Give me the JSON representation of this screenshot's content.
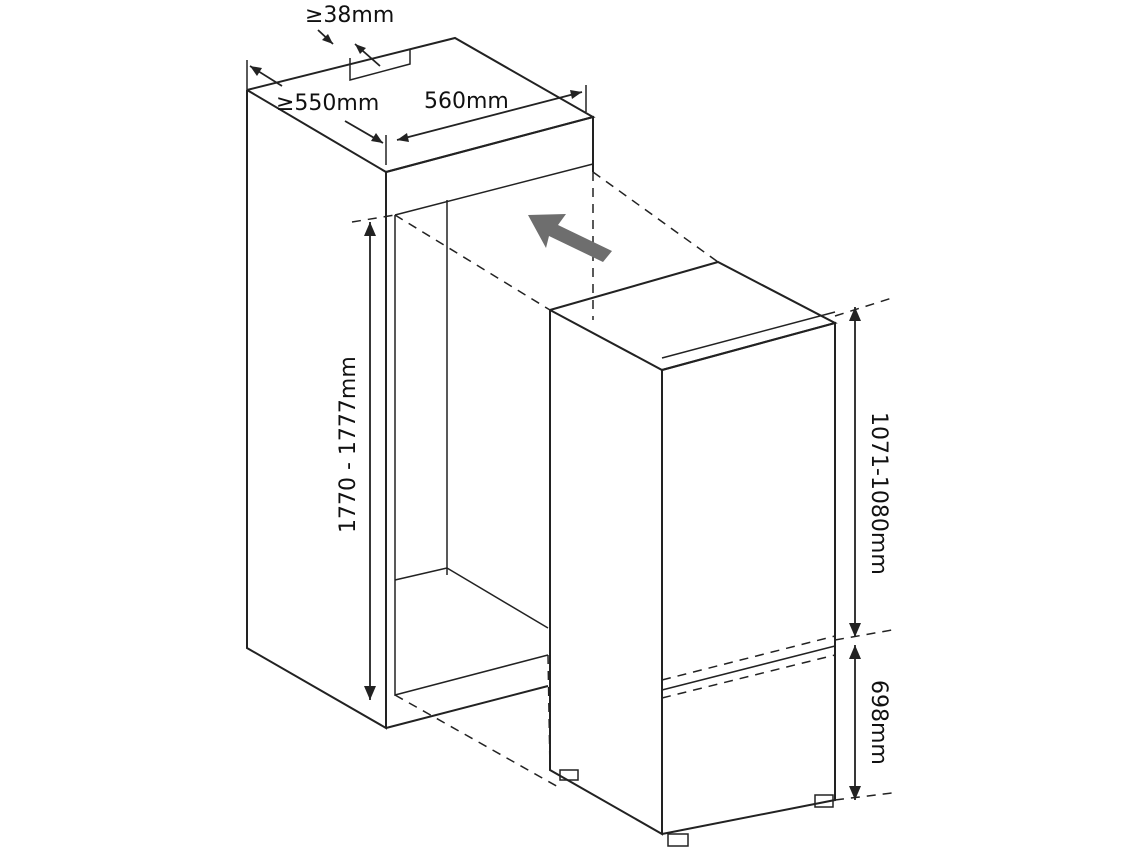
{
  "dimensions": {
    "gap_top": "≥38mm",
    "depth": "≥550mm",
    "width": "560mm",
    "niche_height": "1770 - 1777mm",
    "upper_height": "1071-1080mm",
    "lower_height": "698mm"
  },
  "colors": {
    "line": "#222222",
    "arrow": "#6e6e6e",
    "background": "#ffffff"
  },
  "icons": {
    "insert_direction": "arrow-icon"
  }
}
